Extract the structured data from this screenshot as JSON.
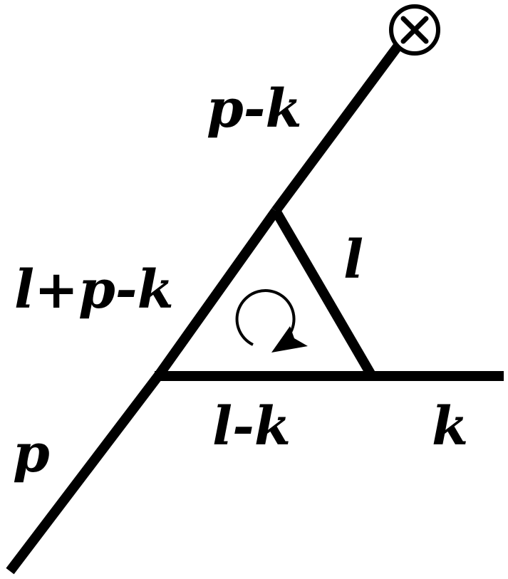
{
  "labels": {
    "outgoing_momentum": "p-k",
    "loop_momentum": "l",
    "left_internal_momentum": "l+p-k",
    "bottom_internal_momentum": "l-k",
    "external_photon_momentum": "k",
    "incoming_momentum": "p"
  },
  "icons": {
    "vertex_insertion": "circled-times-icon",
    "loop_direction": "clockwise-arrow-icon"
  }
}
